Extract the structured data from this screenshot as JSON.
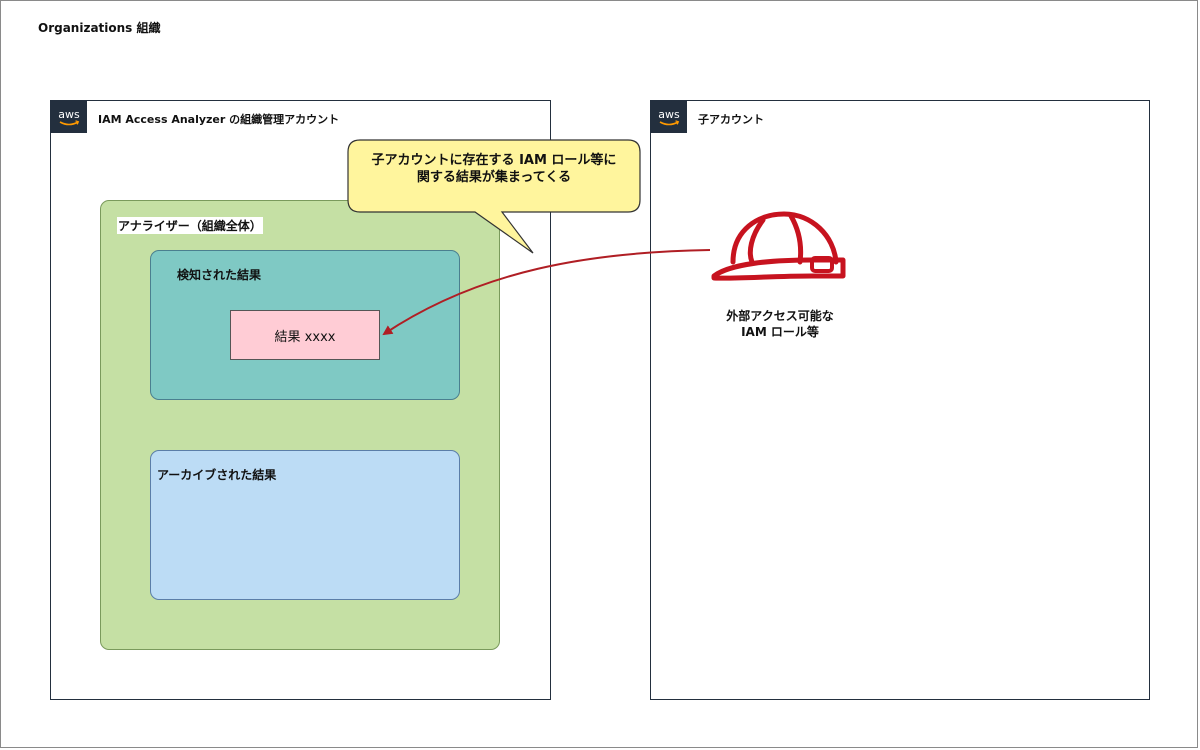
{
  "organization": {
    "title": "Organizations 組織"
  },
  "admin_account": {
    "logo_text": "aws",
    "label": "IAM Access Analyzer の組織管理アカウント",
    "analyzer": {
      "label": "アナライザー（組織全体）",
      "detected": {
        "label": "検知された結果",
        "finding": "結果 xxxx"
      },
      "archived": {
        "label": "アーカイブされた結果"
      }
    }
  },
  "child_account": {
    "logo_text": "aws",
    "label": "子アカウント",
    "role": {
      "icon": "helmet-icon",
      "line1": "外部アクセス可能な",
      "line2": "IAM ロール等"
    }
  },
  "callout": {
    "line1": "子アカウントに存在する IAM ロール等に",
    "line2": "関する結果が集まってくる"
  },
  "colors": {
    "arrow": "#b01e24",
    "helmet": "#c7131f",
    "analyzer_fill": "#c5e0a4",
    "detected_fill": "#7fc9c4",
    "finding_fill": "#ffccd5",
    "archived_fill": "#bcdcf5",
    "callout_fill": "#fff59d",
    "aws_logo_bg": "#232f3e"
  }
}
